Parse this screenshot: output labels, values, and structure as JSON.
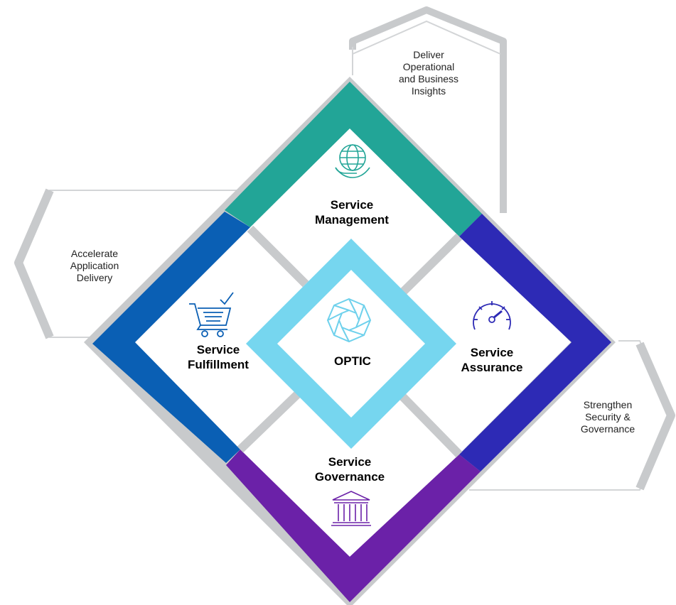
{
  "center": {
    "label": "OPTIC",
    "icon": "aperture-icon"
  },
  "segments": {
    "top": {
      "lines": [
        "Service",
        "Management"
      ],
      "icon": "globe-hand-icon"
    },
    "left": {
      "lines": [
        "Service",
        "Fulfillment"
      ],
      "icon": "shopping-cart-check-icon"
    },
    "right": {
      "lines": [
        "Service",
        "Assurance"
      ],
      "icon": "speedometer-icon"
    },
    "bottom": {
      "lines": [
        "Service",
        "Governance"
      ],
      "icon": "bank-building-icon"
    }
  },
  "callouts": {
    "top": {
      "lines": [
        "Deliver",
        "Operational",
        "and Business",
        "Insights"
      ]
    },
    "left": {
      "lines": [
        "Accelerate",
        "Application",
        "Delivery"
      ]
    },
    "right": {
      "lines": [
        "Strengthen",
        "Security &",
        "Governance"
      ]
    }
  },
  "colors": {
    "management": "#22a597",
    "fulfillment": "#0a5fb4",
    "assurance": "#2d2ab5",
    "governance": "#6b21a8",
    "center": "#76d6ef",
    "frame": "#c8cacc"
  }
}
